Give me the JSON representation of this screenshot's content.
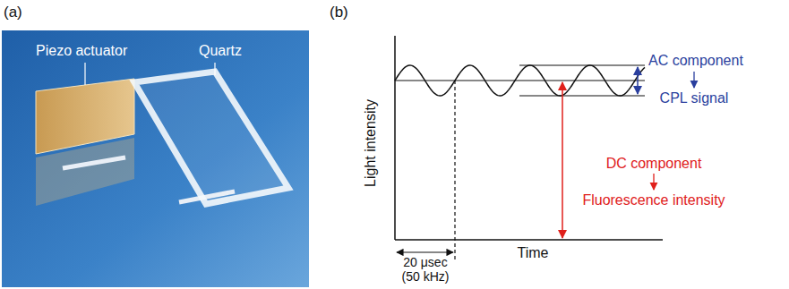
{
  "diagram": {
    "labels": [
      "(a)",
      "Piezo actuator",
      "Quartz",
      "(b)",
      "Light intensity",
      "AC component",
      "CPL signal",
      "DC component",
      "Fluorescence intensity",
      "Time",
      "20 μsec",
      "(50 kHz)"
    ]
  }
}
